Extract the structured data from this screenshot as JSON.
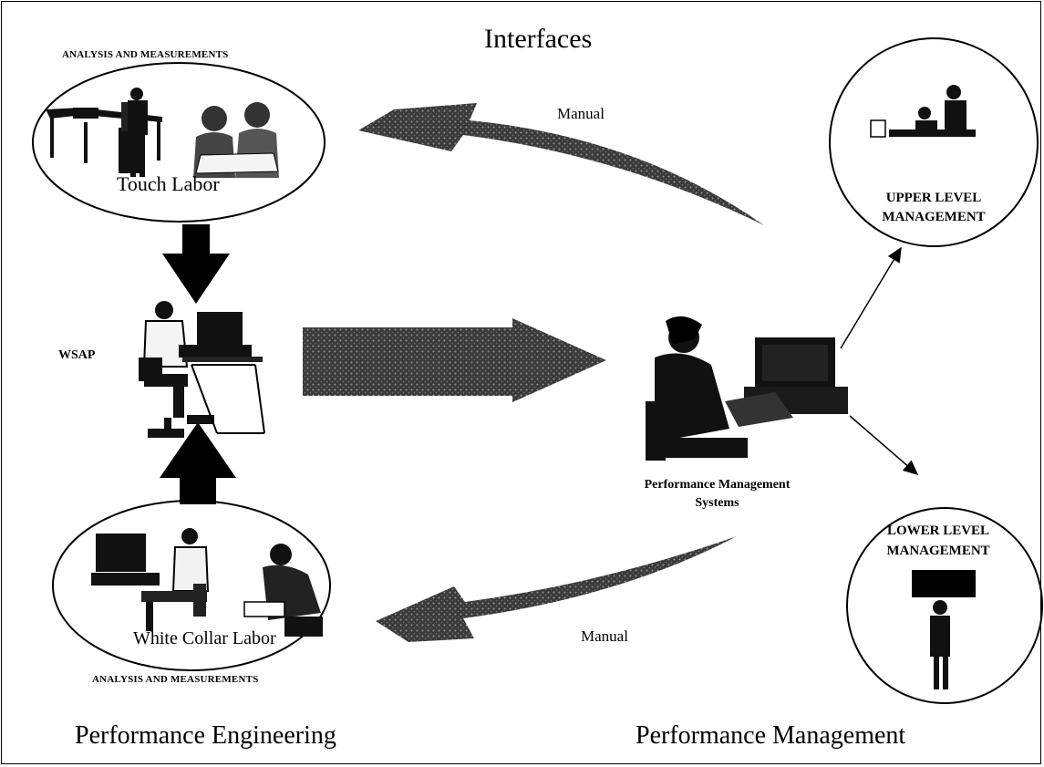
{
  "title": "Interfaces",
  "top_left": {
    "caption": "ANALYSIS AND MEASUREMENTS",
    "label": "Touch Labor"
  },
  "bottom_left": {
    "caption": "ANALYSIS AND MEASUREMENTS",
    "label": "White Collar Labor"
  },
  "center_left": {
    "label": "WSAP"
  },
  "center_right": {
    "label_line1": "Performance Management",
    "label_line2": "Systems"
  },
  "upper_mgmt": {
    "line1": "UPPER LEVEL",
    "line2": "MANAGEMENT"
  },
  "lower_mgmt": {
    "line1": "LOWER LEVEL",
    "line2": "MANAGEMENT"
  },
  "top_arrow_label": "Manual",
  "bottom_arrow_label": "Manual",
  "footer_left": "Performance Engineering",
  "footer_right": "Performance Management"
}
